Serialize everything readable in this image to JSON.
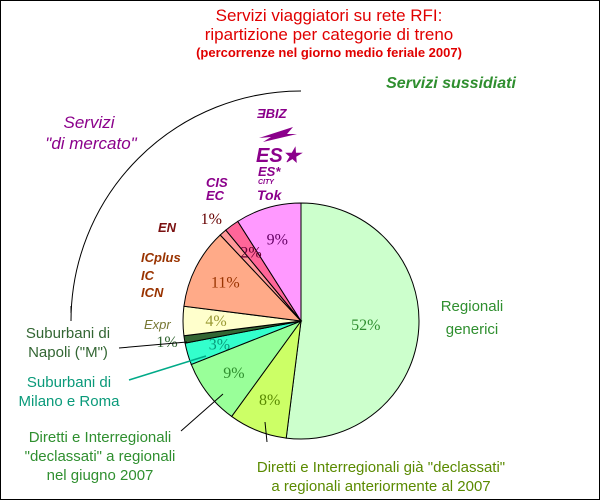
{
  "header": {
    "title_line1": "Servizi viaggiatori su rete RFI:",
    "title_line2": "ripartizione per categorie di treno",
    "subtitle": "(percorrenze nel giorno medio feriale 2007)"
  },
  "groups": {
    "sussidiati": "Servizi sussidiati",
    "mercato_line1": "Servizi",
    "mercato_line2": "\"di mercato\""
  },
  "logos": {
    "biz": "ƎBIZ",
    "es_star": "ES★",
    "es_city_line1": "ES*",
    "es_city_line2": "CITY",
    "tok": "Tok",
    "cis": "CIS",
    "ec": "EC",
    "en": "EN",
    "icplus": "ICplus",
    "ic": "IC",
    "icn": "ICN",
    "expr": "Expr"
  },
  "colors": {
    "title": "#e00000",
    "sussidiati": "#2f8f2f",
    "mercato": "#8b008b"
  },
  "chart_data": {
    "type": "pie",
    "title": "Servizi viaggiatori su rete RFI: ripartizione per categorie di treno",
    "subtitle": "(percorrenze nel giorno medio feriale 2007)",
    "start_angle_deg": 90,
    "direction": "clockwise",
    "slices": [
      {
        "key": "regionali",
        "value": 52,
        "label_text": "52%",
        "category_line1": "Regionali",
        "category_line2": "generici",
        "color": "#ccffcc",
        "text_color": "#2f8f2f",
        "group": "sussidiati"
      },
      {
        "key": "declassati_prima",
        "value": 8,
        "label_text": "8%",
        "category_line1": "Diretti e Interregionali già \"declassati\"",
        "category_line2": "a regionali anteriormente al 2007",
        "color": "#ccff66",
        "text_color": "#5a8a00",
        "group": "sussidiati"
      },
      {
        "key": "declassati_2007",
        "value": 9,
        "label_text": "9%",
        "category_line1": "Diretti e Interregionali",
        "category_line2": "\"declassati\" a regionali",
        "category_line3": "nel giugno 2007",
        "color": "#99ff99",
        "text_color": "#2f8f2f",
        "group": "sussidiati"
      },
      {
        "key": "milano_roma",
        "value": 3,
        "label_text": "3%",
        "category_line1": "Suburbani di",
        "category_line2": "Milano e Roma",
        "color": "#33ffcc",
        "text_color": "#0a9a7a",
        "group": "sussidiati"
      },
      {
        "key": "napoli",
        "value": 1,
        "label_text": "1%",
        "category_line1": "Suburbani di",
        "category_line2": "Napoli (\"M\")",
        "color": "#336633",
        "text_color": "#336633",
        "group": "sussidiati"
      },
      {
        "key": "espressi",
        "value": 4,
        "label_text": "4%",
        "color": "#ffffcc",
        "text_color": "#999933",
        "group": "mercato"
      },
      {
        "key": "ic",
        "value": 11,
        "label_text": "11%",
        "color": "#ffaa88",
        "text_color": "#993300",
        "group": "mercato"
      },
      {
        "key": "en",
        "value": 1,
        "label_text": "1%",
        "color": "#ff9999",
        "text_color": "#660000",
        "group": "mercato"
      },
      {
        "key": "ec_cis",
        "value": 2,
        "label_text": "2%",
        "color": "#ff6699",
        "text_color": "#660033",
        "group": "mercato"
      },
      {
        "key": "es",
        "value": 9,
        "label_text": "9%",
        "color": "#ff99ff",
        "text_color": "#660066",
        "group": "mercato"
      }
    ]
  }
}
